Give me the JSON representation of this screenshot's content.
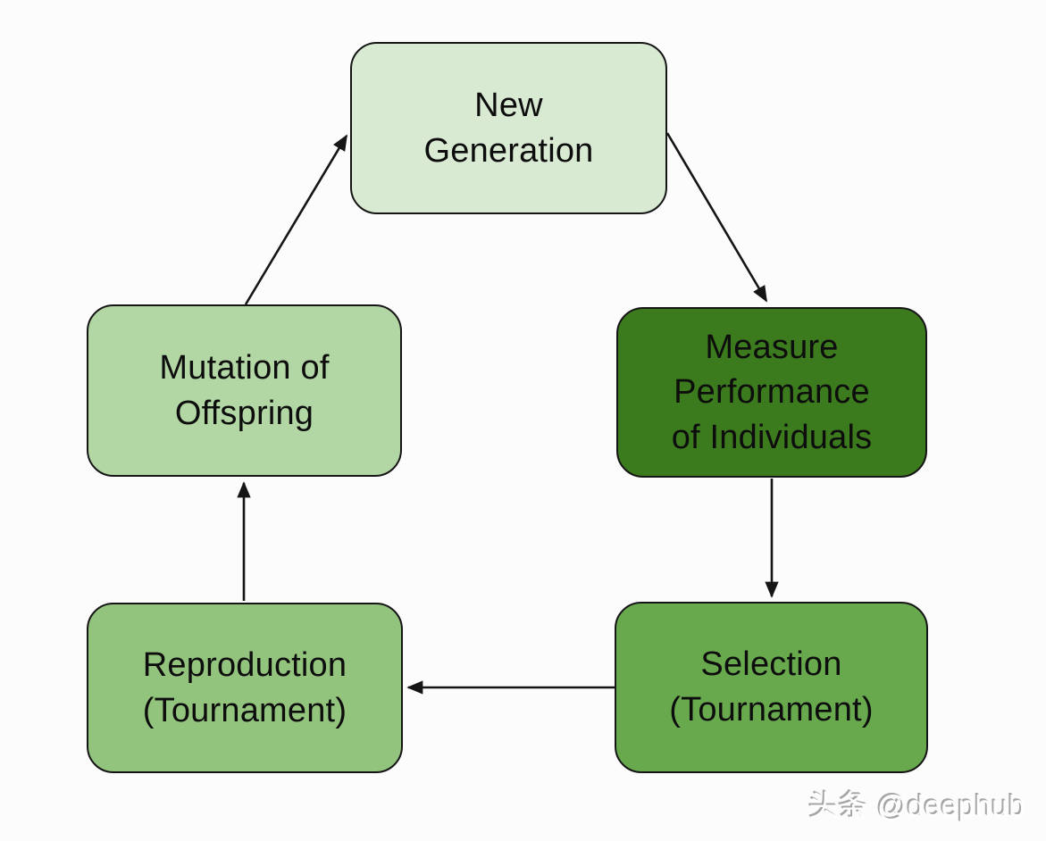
{
  "diagram": {
    "background": "#fcfcfc",
    "text_color": "#0d0d0d",
    "arrow_color": "#151515",
    "border_color": "#151515",
    "nodes": [
      {
        "id": "new-generation",
        "label": "New\nGeneration",
        "fill": "#d9ead3"
      },
      {
        "id": "measure-performance",
        "label": "Measure\nPerformance\nof Individuals",
        "fill": "#3c7a1e"
      },
      {
        "id": "selection",
        "label": "Selection\n(Tournament)",
        "fill": "#68a94e"
      },
      {
        "id": "reproduction",
        "label": "Reproduction\n(Tournament)",
        "fill": "#93c47d"
      },
      {
        "id": "mutation",
        "label": "Mutation of\nOffspring",
        "fill": "#b2d6a4"
      }
    ],
    "edges": [
      {
        "from": "mutation",
        "to": "new-generation"
      },
      {
        "from": "new-generation",
        "to": "measure-performance"
      },
      {
        "from": "measure-performance",
        "to": "selection"
      },
      {
        "from": "selection",
        "to": "reproduction"
      },
      {
        "from": "reproduction",
        "to": "mutation"
      }
    ]
  },
  "watermark": {
    "text": "头条 @deephub"
  }
}
